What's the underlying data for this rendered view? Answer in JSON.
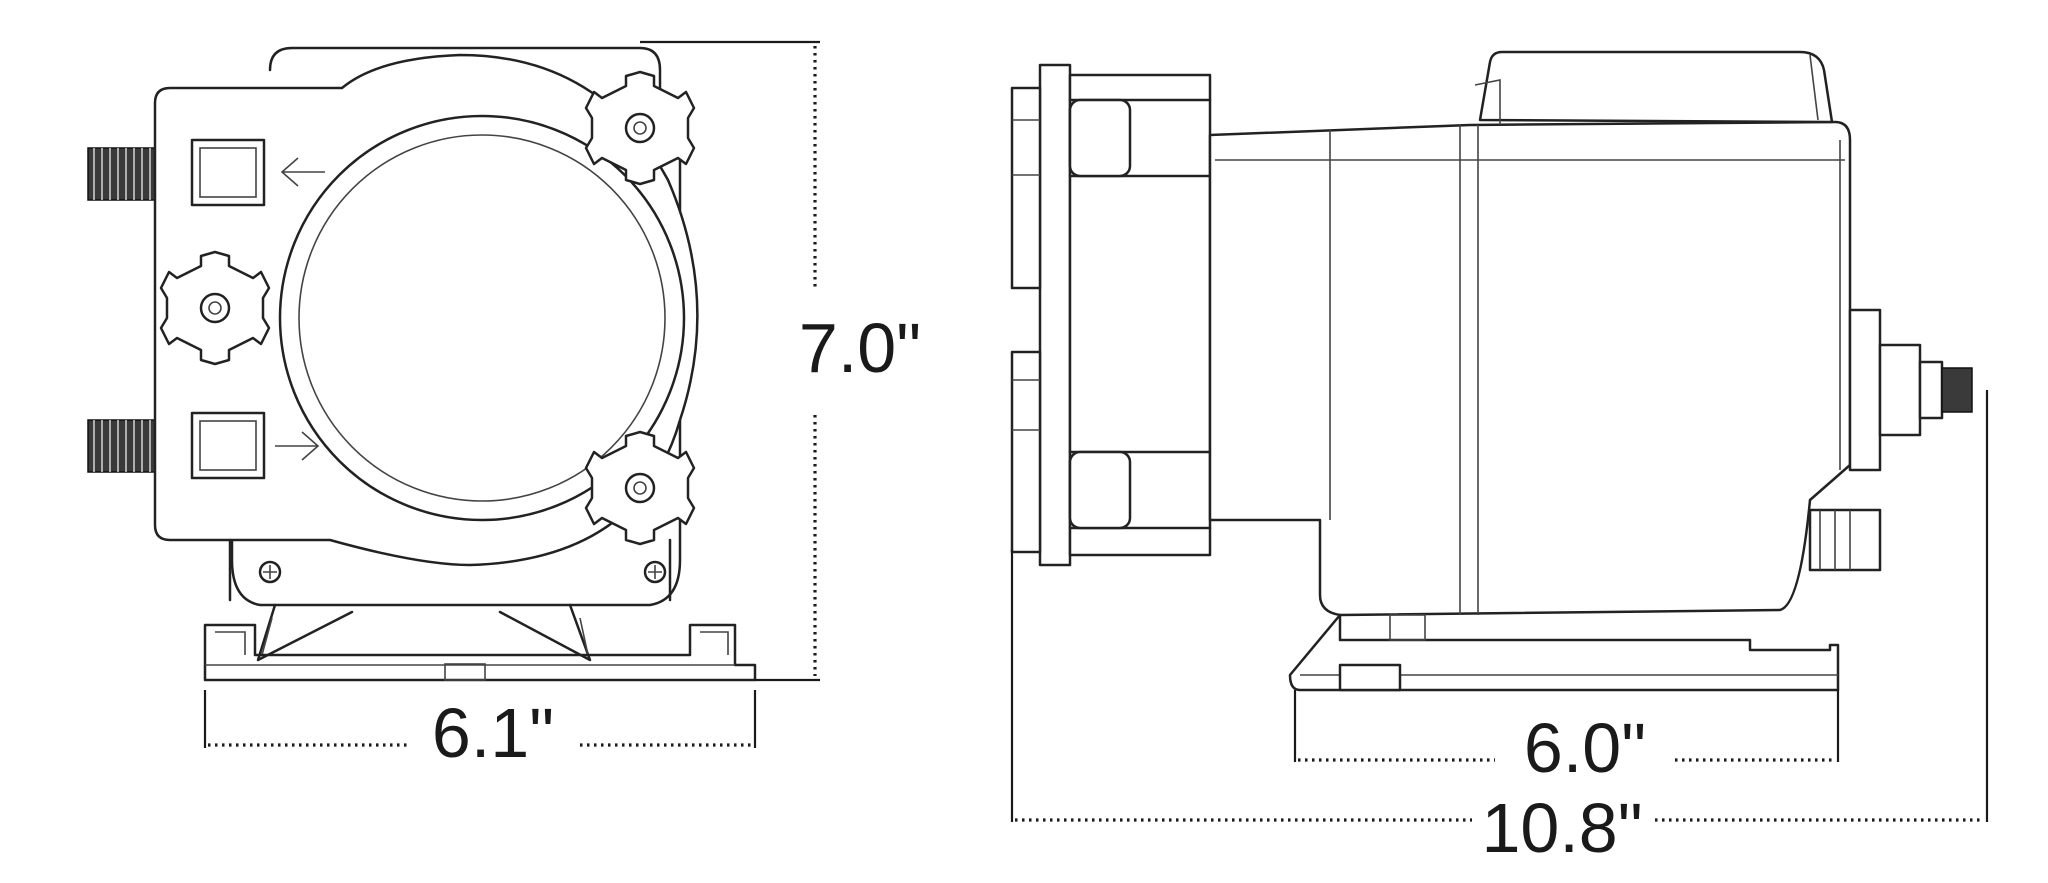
{
  "dimensions": {
    "front_width": "6.1\"",
    "front_height": "7.0\"",
    "side_base_length": "6.0\"",
    "side_overall_length": "10.8\""
  },
  "colors": {
    "line": "#222222",
    "dimension": "#1a1a1a",
    "background": "#ffffff"
  }
}
